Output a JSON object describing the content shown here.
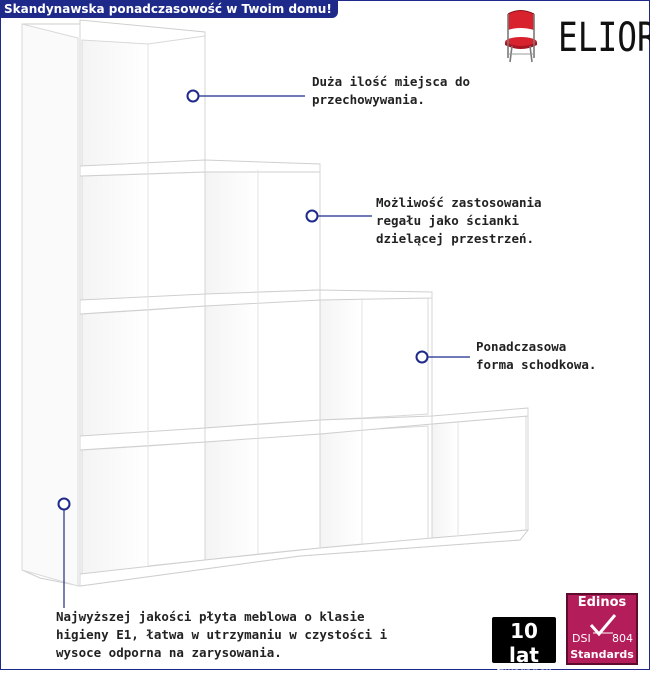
{
  "header": {
    "title": "Skandynawska ponadczasowość w Twoim domu!"
  },
  "brand": {
    "name": "ELIOR",
    "icon": "red-chair-icon"
  },
  "callouts": {
    "storage": [
      "Duża ilość miejsca do",
      "przechowywania."
    ],
    "divider": [
      "Możliwość zastosowania",
      "regału jako ścianki",
      "dzielącej przestrzeń."
    ],
    "form": [
      "Ponadczasowa",
      "forma schodkowa."
    ],
    "material": [
      "Najwyższej jakości płyta meblowa o klasie",
      "higieny E1, łatwa w utrzymaniu w czystości i",
      "wysoce odporna na zarysowania."
    ]
  },
  "badges": {
    "warranty": {
      "value": "10 lat",
      "label": "Gwarancji"
    },
    "certificate": {
      "top": "Edinos",
      "left": "DSI",
      "right": "804",
      "bottom": "Standards"
    }
  },
  "colors": {
    "accent": "#1d2a8a",
    "chair": "#d8222e",
    "certificate": "#b31d59",
    "shelf": "#ffffff",
    "shelf_shadow": "#e7e7e7"
  }
}
